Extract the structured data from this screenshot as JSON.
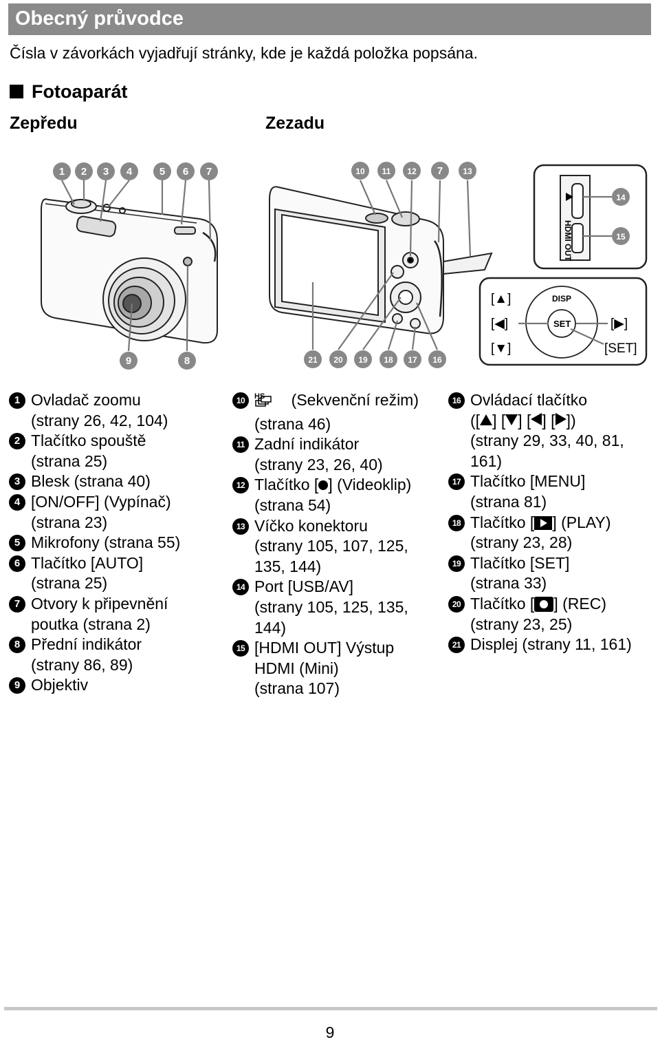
{
  "header": {
    "title": "Obecný průvodce"
  },
  "intro": "Čísla v závorkách vyjadřují stránky, kde je každá položka popsána.",
  "section_title": "Fotoaparát",
  "front_label": "Zepředu",
  "back_label": "Zezadu",
  "callouts": {
    "front_top": [
      "1",
      "2",
      "3",
      "4",
      "5",
      "6",
      "7"
    ],
    "front_bottom": [
      "9",
      "8"
    ],
    "back_top": [
      "10",
      "11",
      "12",
      "7",
      "13"
    ],
    "back_bottom": [
      "21",
      "20",
      "19",
      "18",
      "17",
      "16"
    ],
    "port": [
      "14",
      "15"
    ]
  },
  "port_label": "HDMI OUT",
  "dial": {
    "up": "[▲]",
    "left": "[◀]",
    "down": "[▼]",
    "right": "[▶]",
    "set": "[SET]",
    "disp": "DISP",
    "center": "SET"
  },
  "col1": [
    {
      "n": "1",
      "l1": "Ovladač zoomu",
      "l2": "(strany 26, 42, 104)"
    },
    {
      "n": "2",
      "l1": "Tlačítko spouště",
      "l2": "(strana 25)"
    },
    {
      "n": "3",
      "l1": "Blesk (strana 40)"
    },
    {
      "n": "4",
      "l1": "[ON/OFF] (Vypínač)",
      "l2": "(strana 23)"
    },
    {
      "n": "5",
      "l1": "Mikrofony (strana 55)"
    },
    {
      "n": "6",
      "l1": "Tlačítko [AUTO]",
      "l2": "(strana 25)"
    },
    {
      "n": "7",
      "l1": "Otvory k připevnění",
      "l2": "poutka (strana 2)"
    },
    {
      "n": "8",
      "l1": "Přední indikátor",
      "l2": "(strany 86, 89)"
    },
    {
      "n": "9",
      "l1": "Objektiv"
    }
  ],
  "col2": [
    {
      "n": "10",
      "pre": "HS",
      "l1": "(Sekvenční režim)",
      "l2": "(strana 46)"
    },
    {
      "n": "11",
      "l1": "Zadní indikátor",
      "l2": "(strany 23, 26, 40)"
    },
    {
      "n": "12",
      "a": "Tlačítko [",
      "b": "] (Videoklip)",
      "l2": "(strana 54)"
    },
    {
      "n": "13",
      "l1": "Víčko konektoru",
      "l2": "(strany 105, 107, 125,",
      "l3": "135, 144)"
    },
    {
      "n": "14",
      "l1": "Port [USB/AV]",
      "l2": "(strany 105, 125, 135,",
      "l3": "144)"
    },
    {
      "n": "15",
      "l1": "[HDMI OUT] Výstup",
      "l2": "HDMI (Mini)",
      "l3": "(strana 107)"
    }
  ],
  "col3": [
    {
      "n": "16",
      "l1": "Ovládací tlačítko",
      "l3": "(strany 29, 33, 40, 81,",
      "l4": "161)"
    },
    {
      "n": "17",
      "l1": "Tlačítko [MENU]",
      "l2": "(strana 81)"
    },
    {
      "n": "18",
      "a": "Tlačítko [",
      "b": "] (PLAY)",
      "l2": "(strany 23, 28)"
    },
    {
      "n": "19",
      "l1": "Tlačítko [SET]",
      "l2": "(strana 33)"
    },
    {
      "n": "20",
      "a": "Tlačítko [",
      "b": "] (REC)",
      "l2": "(strany 23, 25)"
    },
    {
      "n": "21",
      "l1": "Displej (strany 11, 161)"
    }
  ],
  "page_number": "9"
}
